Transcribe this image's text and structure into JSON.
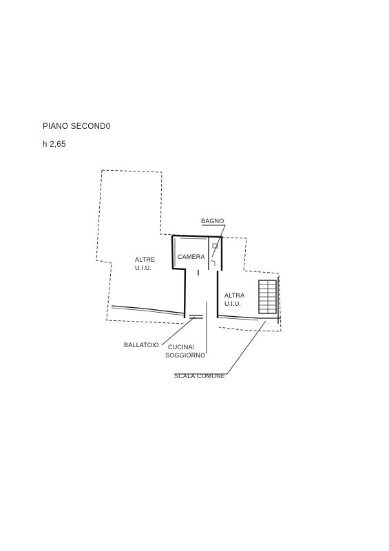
{
  "header": {
    "floor_title": "PIANO SECOND0",
    "height": "h 2,65"
  },
  "rooms": {
    "bagno": "BAGNO",
    "camera": "CAMERA",
    "altre_line1": "ALTRE",
    "altre_line2": "U.I.U.",
    "altra_line1": "ALTRA",
    "altra_line2": "U.I.U."
  },
  "callouts": {
    "ballatoio": "BALLATOIO",
    "cucina_line1": "CUCINA/",
    "cucina_line2": "SOGGIORNO",
    "scala": "SCALA COMUNE"
  }
}
